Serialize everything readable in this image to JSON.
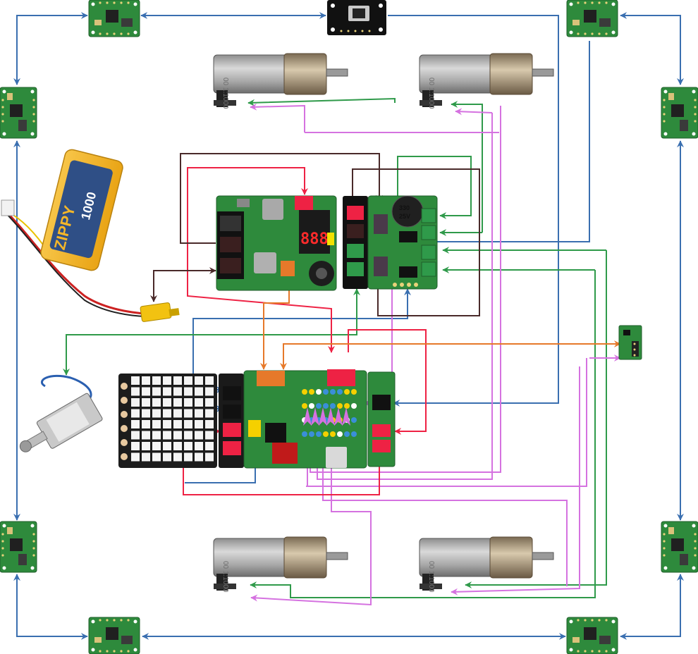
{
  "colors": {
    "pcb_green": "#2e8a3c",
    "pcb_dark": "#1f5e2a",
    "wire_blue": "#3a6fb0",
    "wire_green": "#2f9a4a",
    "wire_violet": "#d572e0",
    "wire_red": "#ee2244",
    "wire_orange": "#e6792a",
    "wire_brown": "#4a2a2a",
    "motor_silver": "#b9b9b9",
    "battery_yellow": "#f4b629"
  },
  "battery": {
    "brand": "ZIPPY",
    "capacity": "1000"
  },
  "display": {
    "digits": "888"
  },
  "capacitor": {
    "line1": "330",
    "line2": "25V"
  },
  "diagram": {
    "parts": [
      "sensor-module",
      "rangefinder-module",
      "motor",
      "battery-pack",
      "power-board",
      "motor-controller",
      "led-matrix",
      "main-controller",
      "solenoid",
      "io-module"
    ]
  }
}
